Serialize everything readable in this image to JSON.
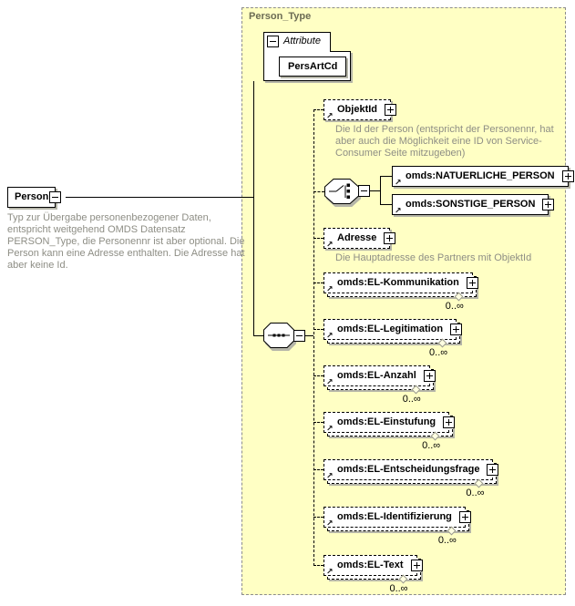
{
  "title": "Person_Type",
  "root": {
    "label": "Person",
    "annotation": "Typ zur Übergabe personenbezogener Daten, entspricht weitgehend OMDS Datensatz PERSON_Type, die Personennr ist aber optional. Die Person kann eine Adresse enthalten. Die Adresse hat aber keine Id."
  },
  "attributes": {
    "section_label": "Attribute",
    "items": [
      {
        "name": "PersArtCd"
      }
    ]
  },
  "choice": {
    "options": [
      {
        "label": "omds:NATUERLICHE_PERSON"
      },
      {
        "label": "omds:SONSTIGE_PERSON"
      }
    ]
  },
  "elements": [
    {
      "label": "ObjektId",
      "annotation": "Die Id der Person (entspricht der Personennr, hat aber auch die Möglichkeit eine ID von Service-Consumer Seite mitzugeben)"
    },
    {
      "label": "Adresse",
      "annotation": "Die Hauptadresse des Partners mit ObjektId"
    },
    {
      "label": "omds:EL-Kommunikation",
      "occurs": "0..∞"
    },
    {
      "label": "omds:EL-Legitimation",
      "occurs": "0..∞"
    },
    {
      "label": "omds:EL-Anzahl",
      "occurs": "0..∞"
    },
    {
      "label": "omds:EL-Einstufung",
      "occurs": "0..∞"
    },
    {
      "label": "omds:EL-Entscheidungsfrage",
      "occurs": "0..∞"
    },
    {
      "label": "omds:EL-Identifizierung",
      "occurs": "0..∞"
    },
    {
      "label": "omds:EL-Text",
      "occurs": "0..∞"
    }
  ],
  "icons": {
    "collapse": "minus-box",
    "expand": "plus-box",
    "reference": "↗",
    "sequence": "sequence-compositor",
    "choice": "choice-compositor"
  },
  "colors": {
    "container_bg": "#FFFFC4",
    "container_border": "#8C8C8C",
    "annotation_text": "#8E8E85",
    "box_shadow": "#B5B5A8"
  }
}
